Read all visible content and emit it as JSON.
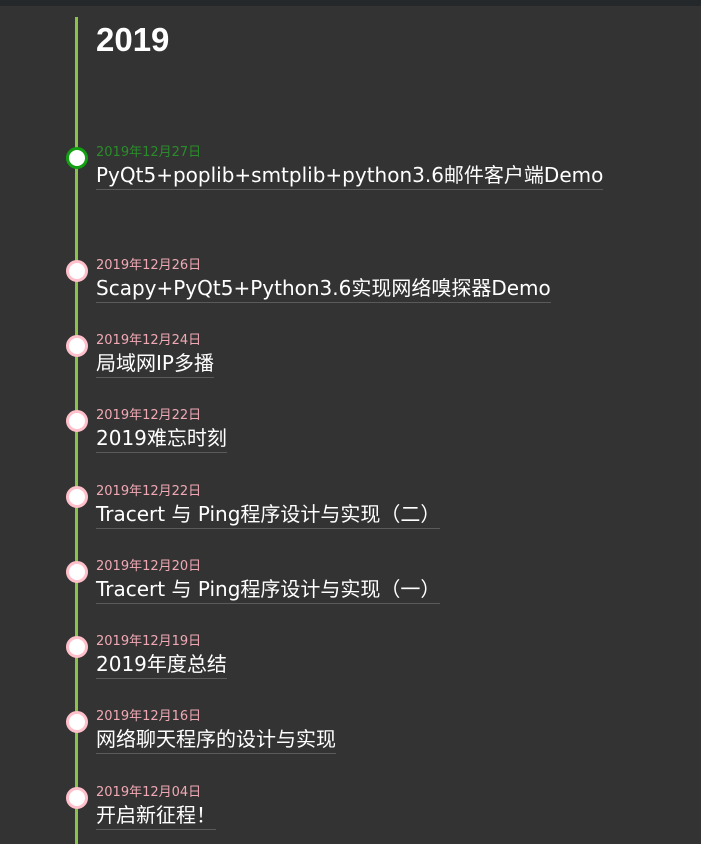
{
  "archive": {
    "year": "2019",
    "posts": [
      {
        "date": "2019年12月27日",
        "title": "PyQt5+poplib+smtplib+python3.6邮件客户端Demo"
      },
      {
        "date": "2019年12月26日",
        "title": "Scapy+PyQt5+Python3.6实现网络嗅探器Demo"
      },
      {
        "date": "2019年12月24日",
        "title": "局域网IP多播"
      },
      {
        "date": "2019年12月22日",
        "title": "2019难忘时刻"
      },
      {
        "date": "2019年12月22日",
        "title": "Tracert 与 Ping程序设计与实现（二）"
      },
      {
        "date": "2019年12月20日",
        "title": "Tracert 与 Ping程序设计与实现（一）"
      },
      {
        "date": "2019年12月19日",
        "title": "2019年度总结"
      },
      {
        "date": "2019年12月16日",
        "title": "网络聊天程序的设计与实现"
      },
      {
        "date": "2019年12月04日",
        "title": "开启新征程！"
      }
    ]
  },
  "colors": {
    "background": "#333333",
    "timeline": "#8bc34a",
    "dot_border": "#ffc0cb",
    "dot_border_latest": "#12a012",
    "date_text": "#f0a9b4",
    "date_text_latest": "#2a8c2a"
  }
}
